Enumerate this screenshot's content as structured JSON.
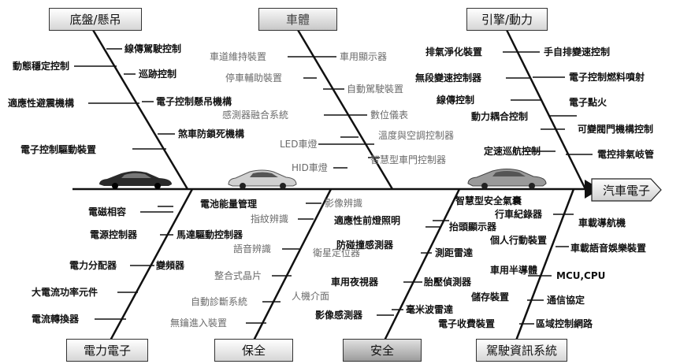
{
  "head": "汽車電子",
  "categories": {
    "chassis": "底盤/懸吊",
    "body": "車體",
    "engine": "引擎/動力",
    "power": "電力電子",
    "security": "保全",
    "safety": "安全",
    "infotainment": "駕駛資訊系統"
  },
  "chassis_items": [
    "線傳駕駛控制",
    "動態穩定控制",
    "巡跡控制",
    "適應性避震機構",
    "電子控制懸吊機構",
    "煞車防鎖死機構",
    "電子控制驅動裝置"
  ],
  "body_items": [
    "車道維持裝置",
    "車用顯示器",
    "停車輔助裝置",
    "自動駕駛裝置",
    "感測器融合系統",
    "數位儀表",
    "LED車燈",
    "溫度與空調控制器",
    "HID車燈",
    "智慧型車門控制器"
  ],
  "engine_items": [
    "排氣淨化裝置",
    "手自排變速控制",
    "無段變速控制器",
    "電子控制燃料噴射",
    "線傳控制",
    "電子點火",
    "動力耦合控制",
    "可變閥門機構控制",
    "定速巡航控制",
    "電控排氣岐管"
  ],
  "power_items": [
    "電池能量管理",
    "電磁相容",
    "電源控制器",
    "馬達驅動控制器",
    "電力分配器",
    "變頻器",
    "大電流功率元件",
    "電流轉換器"
  ],
  "security_items": [
    "影像辨識",
    "指紋辨識",
    "語音辨識",
    "衛星定位器",
    "整合式晶片",
    "自動診斷系統",
    "人機介面",
    "無鑰進入裝置"
  ],
  "safety_items": [
    "智慧型安全氣囊",
    "適應性前燈照明",
    "抬頭顯示器",
    "防碰撞感測器",
    "測距雷達",
    "車用夜視器",
    "胎壓偵測器",
    "毫米波雷達",
    "影像感測器"
  ],
  "infotainment_items": [
    "行車紀錄器",
    "車載導航機",
    "個人行動裝置",
    "車載語音娛樂裝置",
    "車用半導體",
    "MCU,CPU",
    "儲存裝置",
    "通信協定",
    "電子收費裝置",
    "區域控制網路"
  ],
  "colors": {
    "line": "#111111",
    "grey_text": "#6b6b6b"
  }
}
